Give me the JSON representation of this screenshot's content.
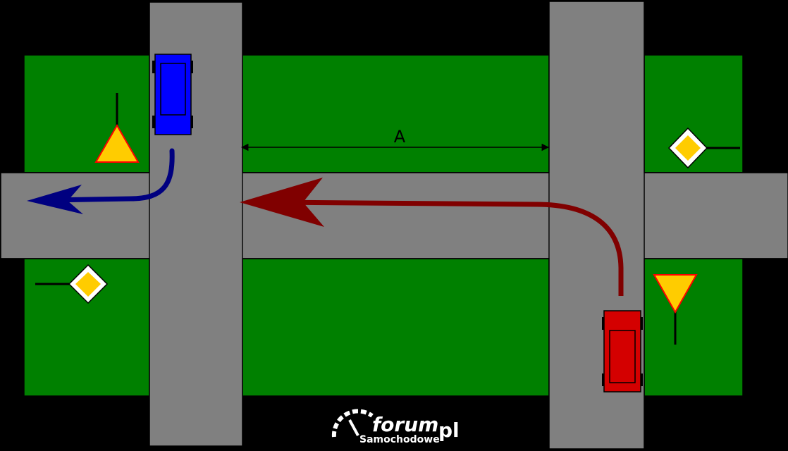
{
  "diagram": {
    "distance_label": "A",
    "colors": {
      "background": "#000000",
      "grass": "#008000",
      "road": "#808080",
      "blue_car": "#0000ff",
      "red_car": "#d40000",
      "blue_path": "#000080",
      "red_path": "#800000",
      "sign_fill": "#ffcc00",
      "sign_border_red": "#ff0000",
      "sign_border_white": "#ffffff"
    },
    "signs": [
      {
        "type": "warning-triangle"
      },
      {
        "type": "priority-road-diamond"
      },
      {
        "type": "priority-road-diamond"
      },
      {
        "type": "yield-inverted-triangle"
      }
    ]
  },
  "watermark": {
    "brand": "forum",
    "suffix": "pl",
    "subtitle": "Samochodowe"
  }
}
